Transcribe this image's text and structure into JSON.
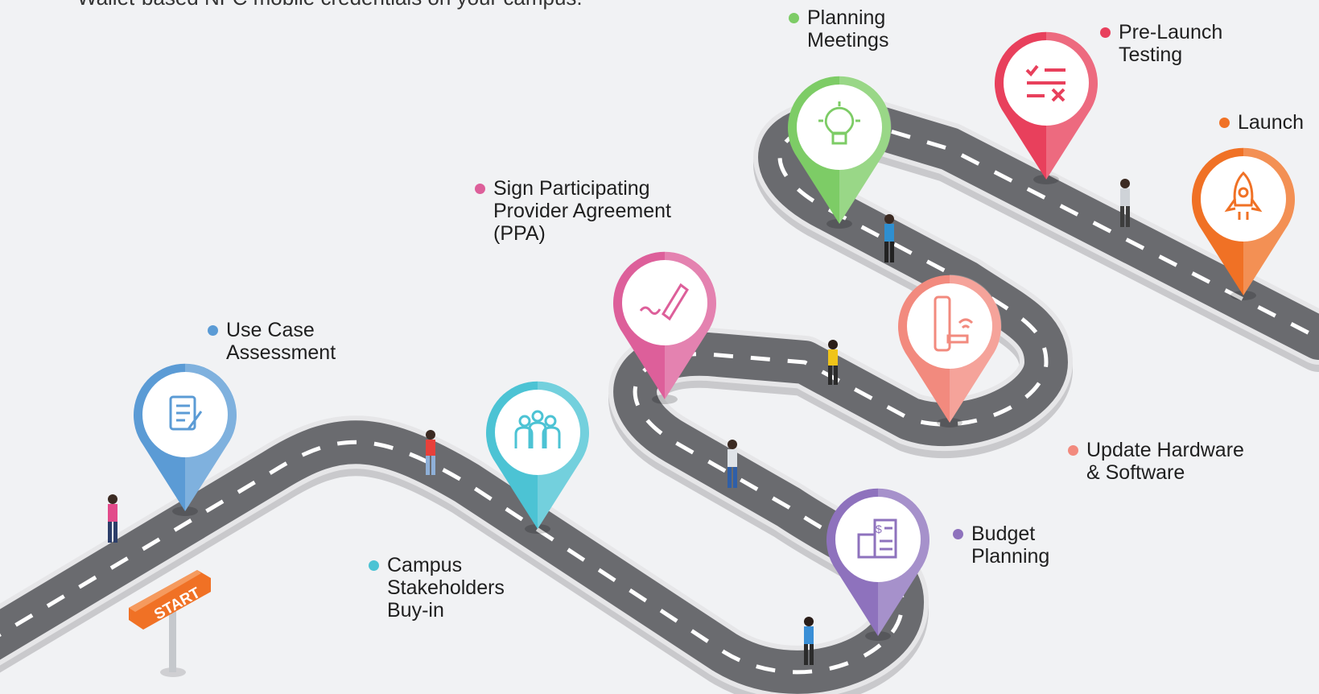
{
  "header": {
    "text": "Wallet-based NFC mobile credentials on your campus."
  },
  "start_sign": {
    "text": "START"
  },
  "milestones": [
    {
      "id": "use-case-assessment",
      "label": "Use Case\nAssessment",
      "color": "#5b9bd5",
      "icon": "document-pen-icon"
    },
    {
      "id": "campus-stakeholders-buy-in",
      "label": "Campus\nStakeholders\nBuy-in",
      "color": "#4cc3d4",
      "icon": "people-group-icon"
    },
    {
      "id": "sign-ppa",
      "label": "Sign Participating\nProvider Agreement\n(PPA)",
      "color": "#dd5f9a",
      "icon": "signature-pen-icon"
    },
    {
      "id": "budget-planning",
      "label": "Budget\nPlanning",
      "color": "#8e72bd",
      "icon": "calculator-ledger-icon"
    },
    {
      "id": "update-hardware-software",
      "label": "Update Hardware\n& Software",
      "color": "#f28a7e",
      "icon": "door-lock-nfc-icon"
    },
    {
      "id": "planning-meetings",
      "label": "Planning\nMeetings",
      "color": "#7dcc66",
      "icon": "lightbulb-icon"
    },
    {
      "id": "pre-launch-testing",
      "label": "Pre-Launch\nTesting",
      "color": "#e8405c",
      "icon": "checklist-icon"
    },
    {
      "id": "launch",
      "label": "Launch",
      "color": "#f07125",
      "icon": "rocket-icon"
    }
  ]
}
